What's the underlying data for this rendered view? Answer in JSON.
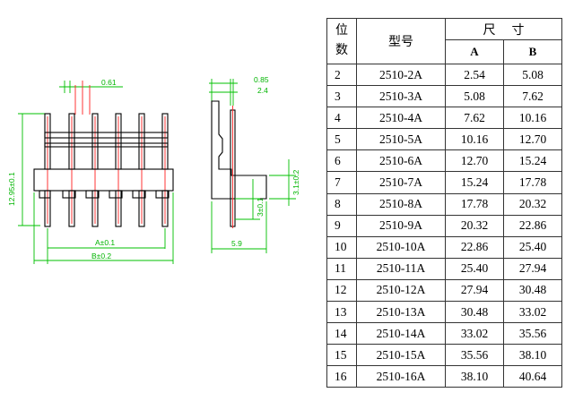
{
  "drawing": {
    "front_view": {
      "pin_pitch_label": "0.61",
      "height_label": "12.95±0.1",
      "pin_below_label": "3±0.1",
      "dim_a_label": "A±0.1",
      "dim_b_label": "B±0.2",
      "pin_count": 6
    },
    "side_view": {
      "top_width_label": "0.85",
      "pin_offset_label": "2.4",
      "pin_length_label": "3.1±0.2",
      "base_width_label": "5.9"
    },
    "colors": {
      "dimension": "#00c000",
      "centerline": "#ff2020",
      "outline": "#000000"
    }
  },
  "table": {
    "header": {
      "position": "位数",
      "position_line1": "位",
      "position_line2": "数",
      "model": "型号",
      "size": "尺寸",
      "col_a": "A",
      "col_b": "B"
    },
    "rows": [
      {
        "pos": "2",
        "model": "2510-2A",
        "a": "2.54",
        "b": "5.08"
      },
      {
        "pos": "3",
        "model": "2510-3A",
        "a": "5.08",
        "b": "7.62"
      },
      {
        "pos": "4",
        "model": "2510-4A",
        "a": "7.62",
        "b": "10.16"
      },
      {
        "pos": "5",
        "model": "2510-5A",
        "a": "10.16",
        "b": "12.70"
      },
      {
        "pos": "6",
        "model": "2510-6A",
        "a": "12.70",
        "b": "15.24"
      },
      {
        "pos": "7",
        "model": "2510-7A",
        "a": "15.24",
        "b": "17.78"
      },
      {
        "pos": "8",
        "model": "2510-8A",
        "a": "17.78",
        "b": "20.32"
      },
      {
        "pos": "9",
        "model": "2510-9A",
        "a": "20.32",
        "b": "22.86"
      },
      {
        "pos": "10",
        "model": "2510-10A",
        "a": "22.86",
        "b": "25.40"
      },
      {
        "pos": "11",
        "model": "2510-11A",
        "a": "25.40",
        "b": "27.94"
      },
      {
        "pos": "12",
        "model": "2510-12A",
        "a": "27.94",
        "b": "30.48"
      },
      {
        "pos": "13",
        "model": "2510-13A",
        "a": "30.48",
        "b": "33.02"
      },
      {
        "pos": "14",
        "model": "2510-14A",
        "a": "33.02",
        "b": "35.56"
      },
      {
        "pos": "15",
        "model": "2510-15A",
        "a": "35.56",
        "b": "38.10"
      },
      {
        "pos": "16",
        "model": "2510-16A",
        "a": "38.10",
        "b": "40.64"
      }
    ]
  }
}
